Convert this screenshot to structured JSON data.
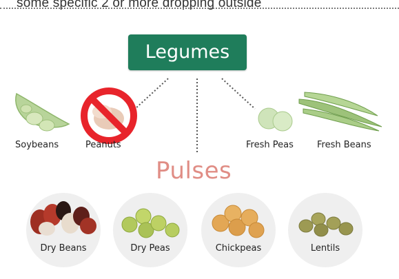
{
  "header": {
    "cropped_text": "some specific 2 or more dropping outside"
  },
  "title": "Legumes",
  "legumes": {
    "soybeans": "Soybeans",
    "peanuts": "Peanuts",
    "fresh_peas": "Fresh Peas",
    "fresh_beans": "Fresh Beans"
  },
  "pulses": {
    "title": "Pulses",
    "items": [
      {
        "label": "Dry Beans"
      },
      {
        "label": "Dry Peas"
      },
      {
        "label": "Chickpeas"
      },
      {
        "label": "Lentils"
      }
    ]
  },
  "colors": {
    "title_box": "#1f7d5b",
    "pulses_title": "#e08d85",
    "no_sign": "#e8242b"
  }
}
